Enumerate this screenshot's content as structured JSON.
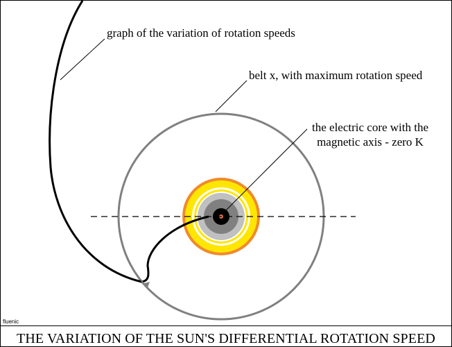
{
  "labels": {
    "graph": "graph of the variation of rotation speeds",
    "belt": "belt x, with maximum rotation speed",
    "core_line1": "the electric core with the",
    "core_line2": "magnetic axis - zero K"
  },
  "signature": "fluenic",
  "title": "THE VARIATION OF THE SUN'S DIFFERENTIAL ROTATION SPEED",
  "colors": {
    "outer_orange": "#f08a2c",
    "yellow": "#ffe600",
    "white_ring": "#ffffff",
    "light_gray": "#c0c0c0",
    "mid_gray": "#808080",
    "core_black": "#000000",
    "center_dot": "#e07050",
    "belt_circle": "#808080",
    "curve": "#000000"
  }
}
